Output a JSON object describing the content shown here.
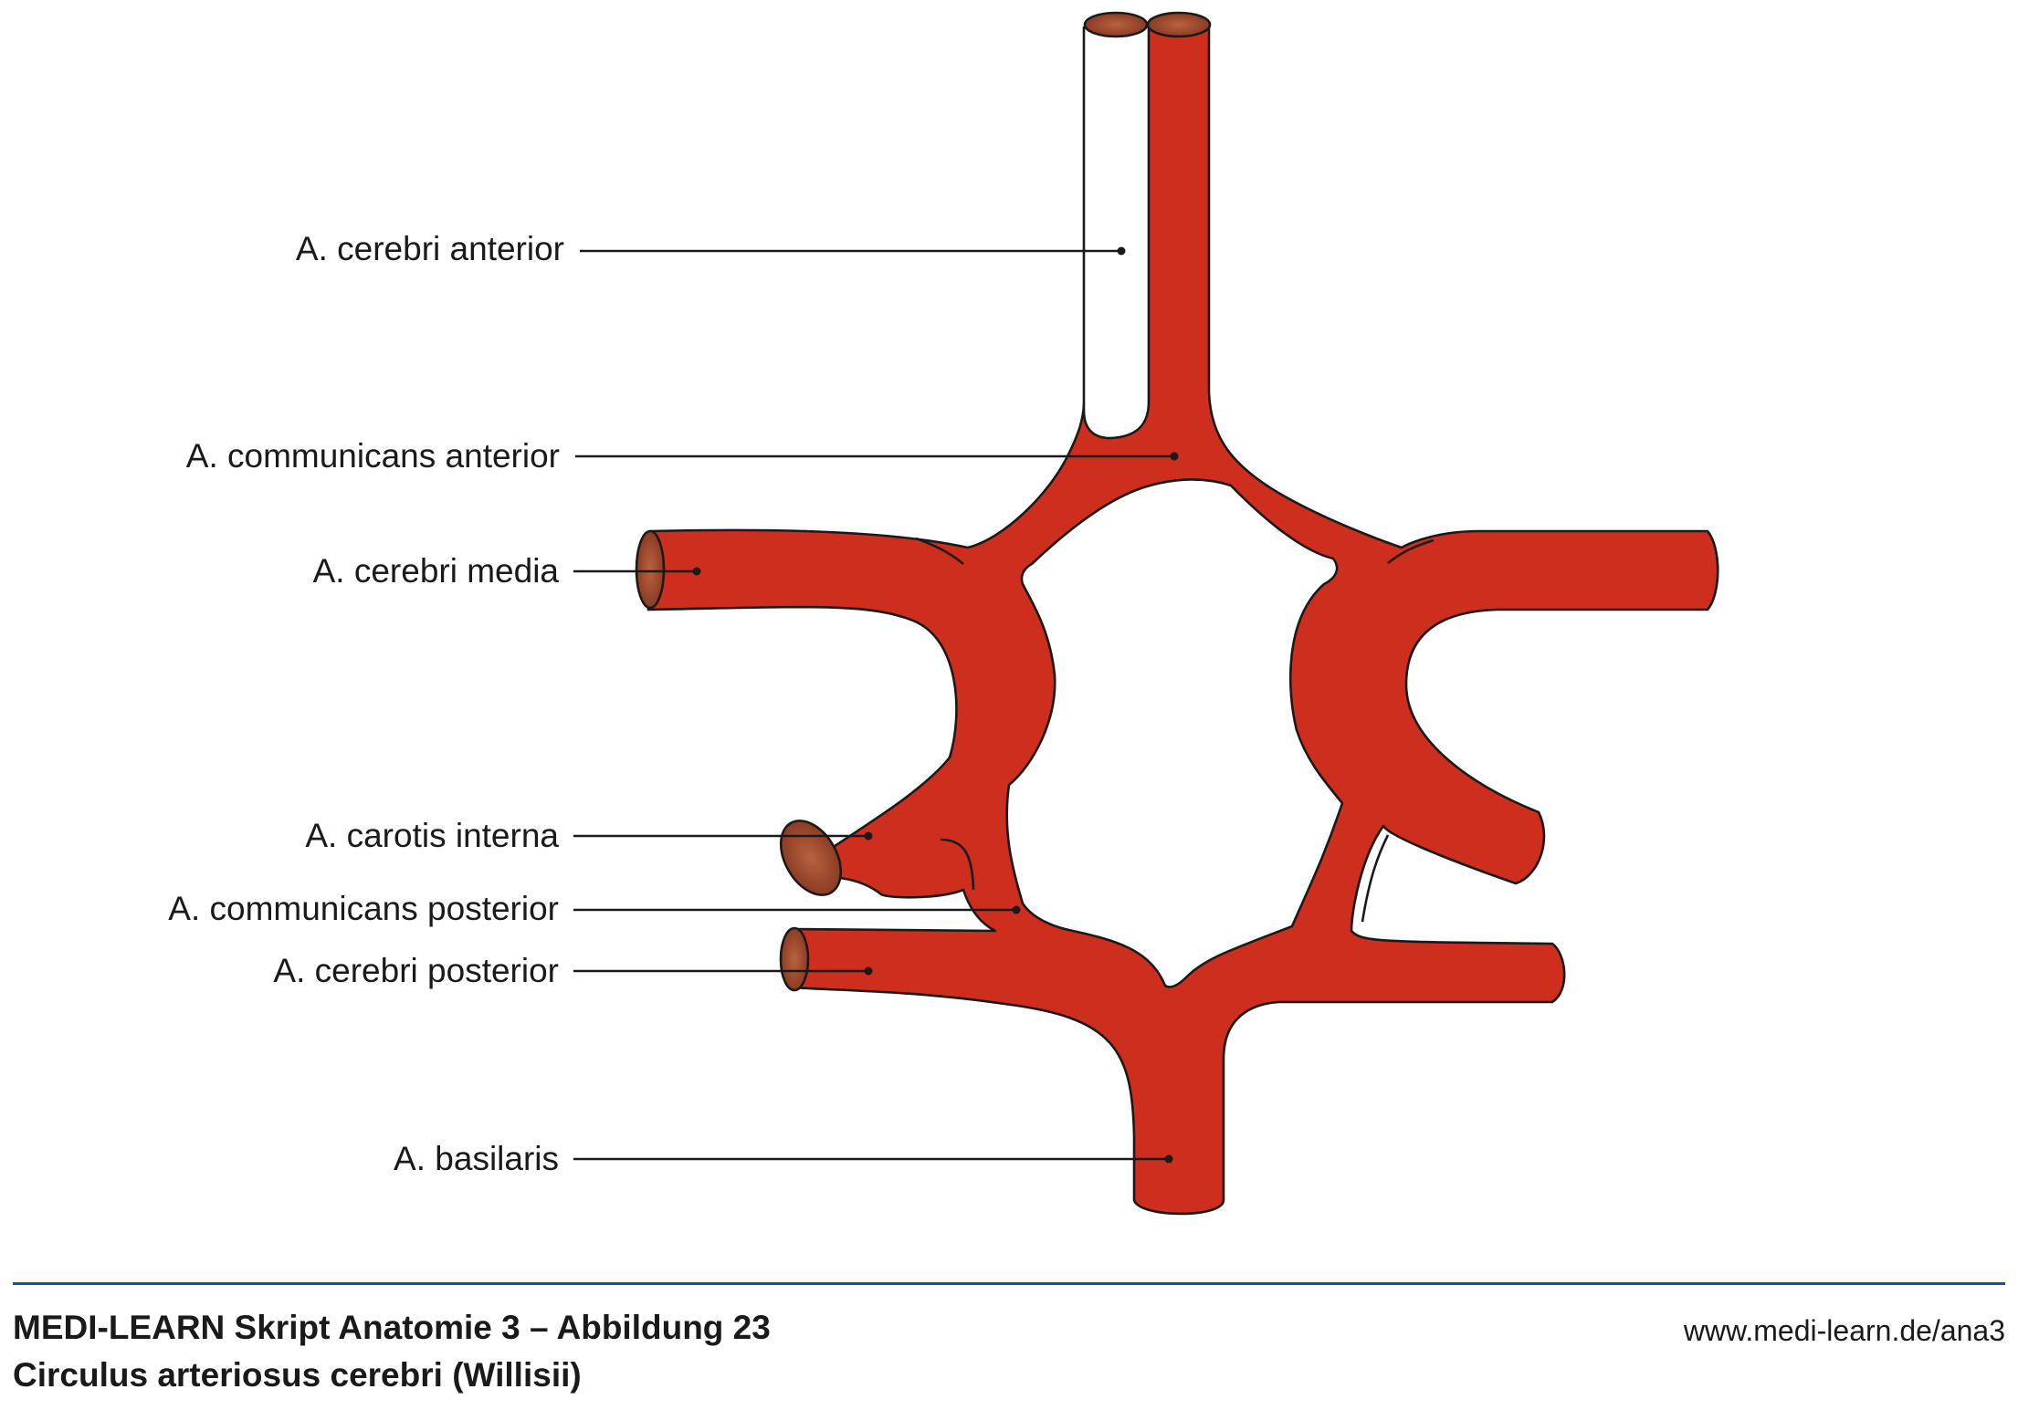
{
  "labels": {
    "cerebri_anterior": "A. cerebri anterior",
    "communicans_anterior": "A. communicans anterior",
    "cerebri_media": "A. cerebri media",
    "carotis_interna": "A. carotis interna",
    "communicans_posterior": "A. communicans posterior",
    "cerebri_posterior": "A. cerebri posterior",
    "basilaris": "A. basilaris"
  },
  "footer": {
    "title": "MEDI-LEARN Skript Anatomie 3 – Abbildung 23",
    "subtitle": "Circulus arteriosus cerebri (Willisii)",
    "url": "www.medi-learn.de/ana3"
  },
  "colors": {
    "vessel": "#cd2e1e",
    "outline": "#1a1a1a",
    "rule": "#1f4e9a"
  }
}
